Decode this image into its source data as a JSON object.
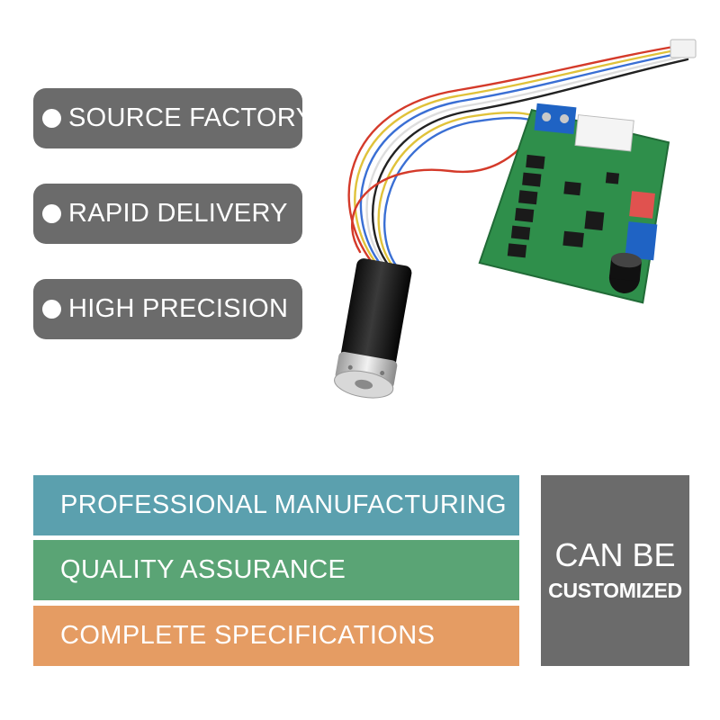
{
  "features": [
    "SOURCE FACTORY",
    "RAPID DELIVERY",
    "HIGH PRECISION"
  ],
  "bands": [
    {
      "label": "PROFESSIONAL MANUFACTURING",
      "color": "#5ba0ae"
    },
    {
      "label": "QUALITY ASSURANCE",
      "color": "#5aa475"
    },
    {
      "label": "COMPLETE SPECIFICATIONS",
      "color": "#e59c63"
    }
  ],
  "custom": {
    "line1": "CAN BE",
    "line2": "CUSTOMIZED"
  },
  "colors": {
    "pill": "#6b6b6b",
    "side": "#6b6b6b",
    "pcb": "#2f8f4b"
  }
}
